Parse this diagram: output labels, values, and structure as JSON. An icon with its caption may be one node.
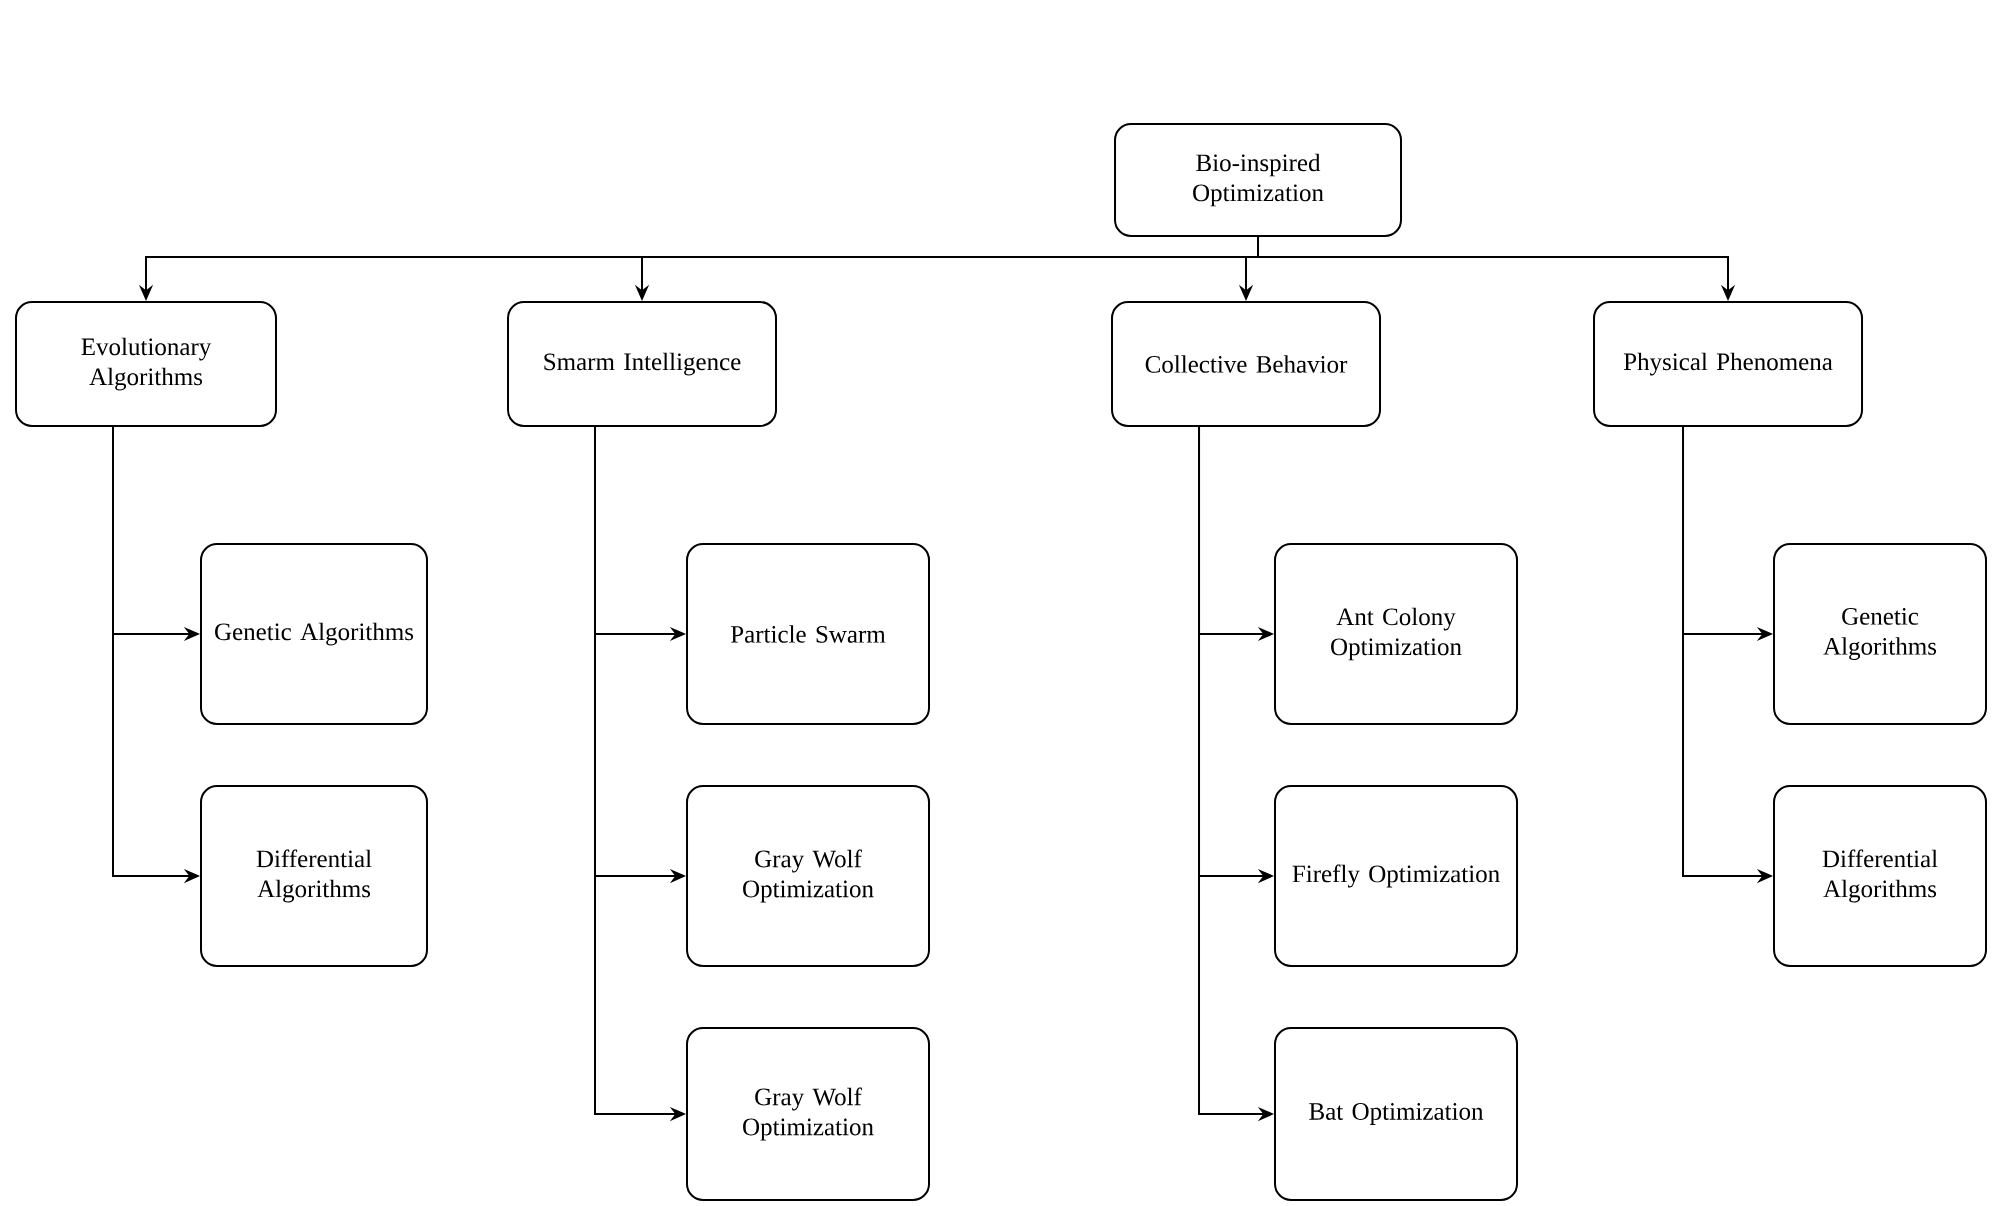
{
  "diagram": {
    "nodes": [
      {
        "text": [
          "Bio-inspired Optimization"
        ]
      },
      {
        "text": [
          "Evolutionary Algorithms"
        ]
      },
      {
        "text": [
          "Smarm Intelligence"
        ]
      },
      {
        "text": [
          "Collective Behavior"
        ]
      },
      {
        "text": [
          "Physical Phenomena"
        ]
      },
      {
        "text": [
          "Genetic Algorithms"
        ]
      },
      {
        "text": [
          "Differential Algorithms"
        ]
      },
      {
        "text": [
          "Particle Swarm"
        ]
      },
      {
        "text": [
          "Gray Wolf Optimization"
        ]
      },
      {
        "text": [
          "Gray Wolf Optimization"
        ]
      },
      {
        "text": [
          "Ant Colony Optimization"
        ]
      },
      {
        "text": [
          "Firefly Optimization"
        ]
      },
      {
        "text": [
          "Bat Optimization"
        ]
      },
      {
        "text": [
          "Genetic Algorithms"
        ]
      },
      {
        "text": [
          "Differential Algorithms"
        ]
      }
    ],
    "edges": [
      {
        "from": 0,
        "to": 1,
        "arrow": "to"
      },
      {
        "from": 0,
        "to": 2,
        "arrow": "to"
      },
      {
        "from": 0,
        "to": 3,
        "arrow": "to"
      },
      {
        "from": 0,
        "to": 4,
        "arrow": "to"
      },
      {
        "from": 1,
        "to": 5,
        "arrow": "to"
      },
      {
        "from": 1,
        "to": 6,
        "arrow": "to"
      },
      {
        "from": 2,
        "to": 7,
        "arrow": "to"
      },
      {
        "from": 2,
        "to": 8,
        "arrow": "to"
      },
      {
        "from": 2,
        "to": 9,
        "arrow": "to"
      },
      {
        "from": 3,
        "to": 10,
        "arrow": "to"
      },
      {
        "from": 3,
        "to": 11,
        "arrow": "to"
      },
      {
        "from": 3,
        "to": 12,
        "arrow": "to"
      },
      {
        "from": 4,
        "to": 13,
        "arrow": "to"
      },
      {
        "from": 4,
        "to": 14,
        "arrow": "to"
      }
    ]
  }
}
